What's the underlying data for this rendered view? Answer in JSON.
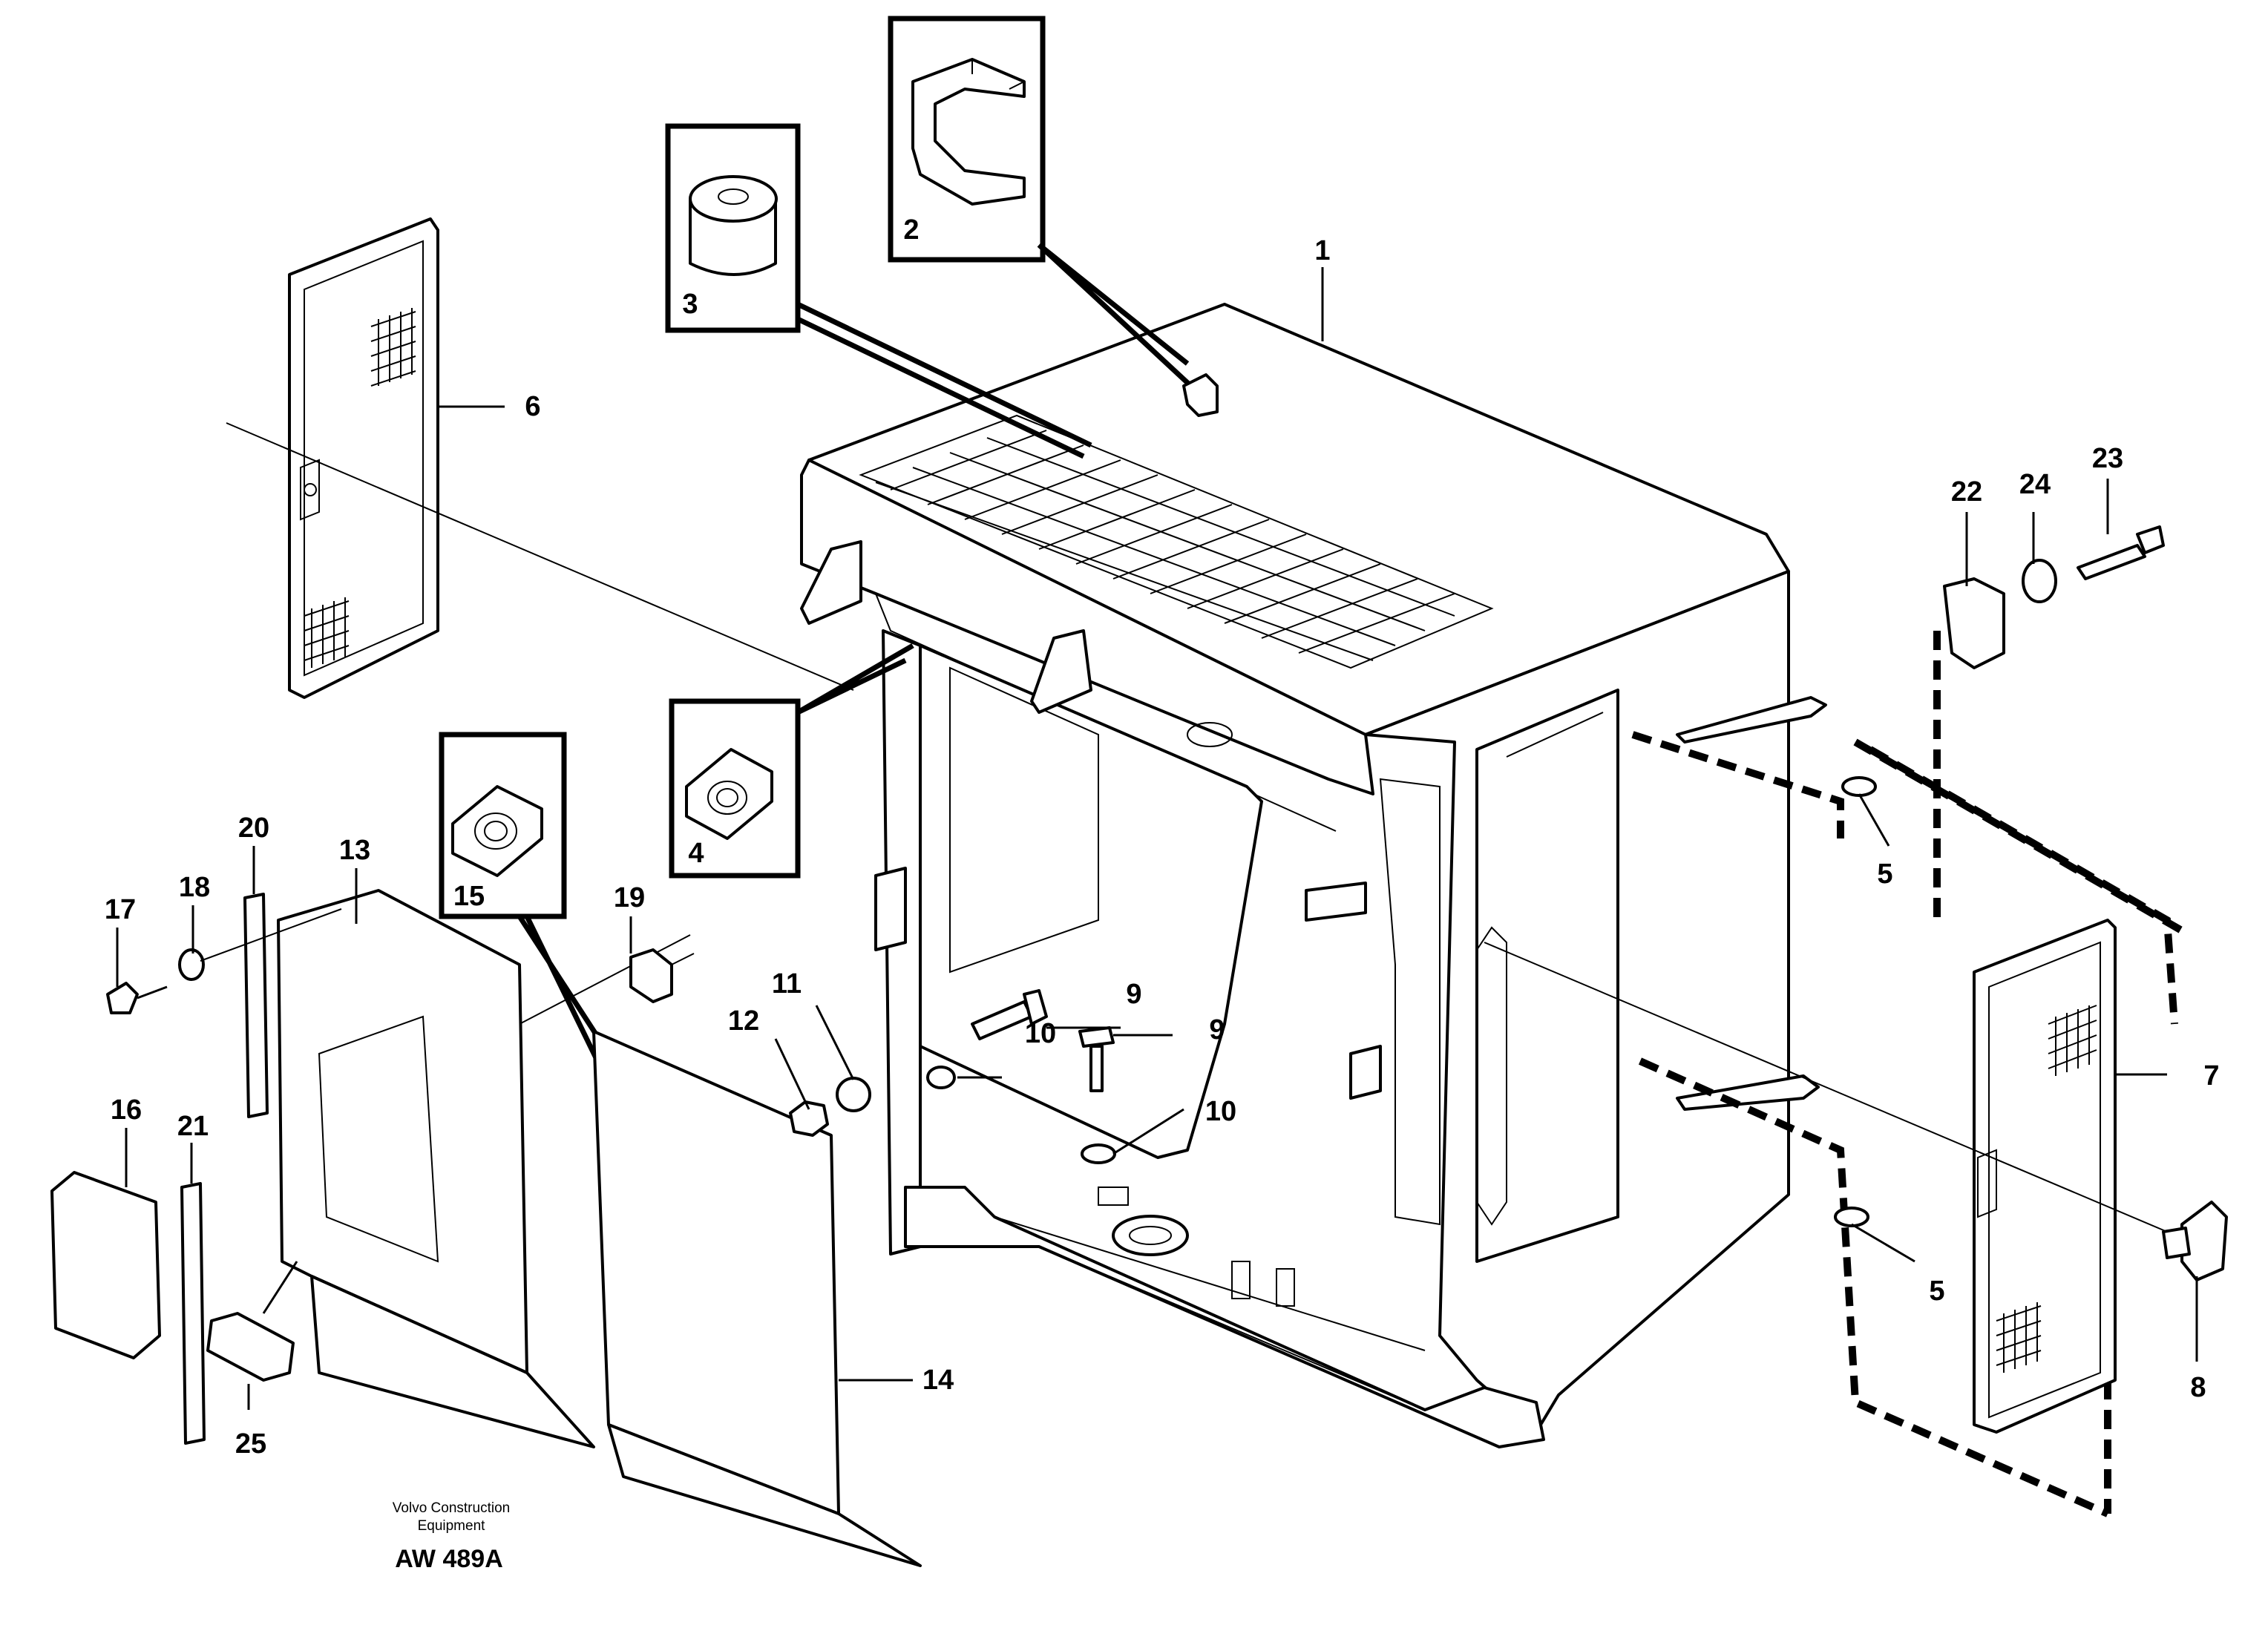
{
  "diagram": {
    "callouts": {
      "c1": "1",
      "c2": "2",
      "c3": "3",
      "c4": "4",
      "c5a": "5",
      "c5b": "5",
      "c6": "6",
      "c7": "7",
      "c8": "8",
      "c9a": "9",
      "c9b": "9",
      "c10a": "10",
      "c10b": "10",
      "c11": "11",
      "c12": "12",
      "c13": "13",
      "c14": "14",
      "c15": "15",
      "c16": "16",
      "c17": "17",
      "c18": "18",
      "c19": "19",
      "c20": "20",
      "c21": "21",
      "c22": "22",
      "c23": "23",
      "c24": "24",
      "c25": "25"
    },
    "caption_line1": "Volvo Construction",
    "caption_line2": "Equipment",
    "drawing_code": "AW 489A"
  }
}
